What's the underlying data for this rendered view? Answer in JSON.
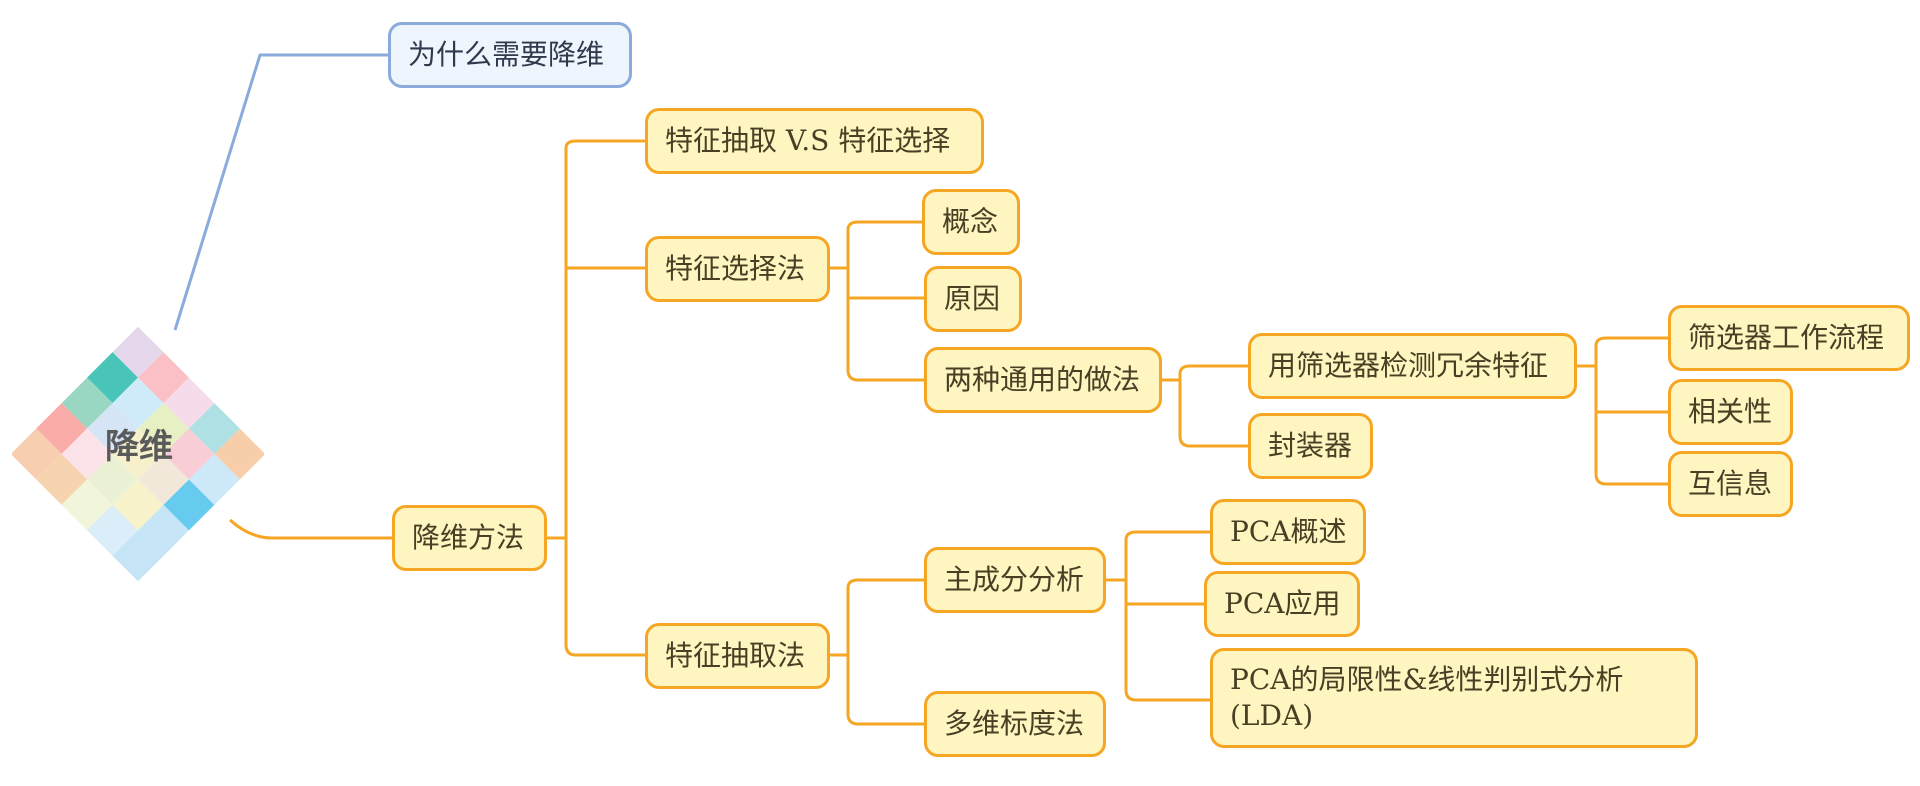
{
  "colors": {
    "node_fill": "#fef5c0",
    "node_border": "#f5a623",
    "branch_line": "#f5a623",
    "top_node_fill": "#eef5fd",
    "top_node_border": "#8aabdc",
    "top_branch_line": "#8aabdc"
  },
  "mindmap": {
    "root": {
      "label": "降维",
      "icon": "colorful-diamond-mosaic-icon"
    },
    "branches": [
      {
        "id": "why",
        "label": "为什么需要降维"
      },
      {
        "id": "methods",
        "label": "降维方法",
        "children": [
          {
            "id": "extract_vs_select",
            "label": "特征抽取 V.S 特征选择"
          },
          {
            "id": "selection",
            "label": "特征选择法",
            "children": [
              {
                "id": "concept",
                "label": "概念"
              },
              {
                "id": "reason",
                "label": "原因"
              },
              {
                "id": "two_methods",
                "label": "两种通用的做法",
                "children": [
                  {
                    "id": "filter",
                    "label": "用筛选器检测冗余特征",
                    "children": [
                      {
                        "id": "filter_flow",
                        "label": "筛选器工作流程"
                      },
                      {
                        "id": "correlation",
                        "label": "相关性"
                      },
                      {
                        "id": "mutual_info",
                        "label": "互信息"
                      }
                    ]
                  },
                  {
                    "id": "wrapper",
                    "label": "封装器"
                  }
                ]
              }
            ]
          },
          {
            "id": "extraction",
            "label": "特征抽取法",
            "children": [
              {
                "id": "pca",
                "label": "主成分分析",
                "children": [
                  {
                    "id": "pca_overview",
                    "label": "PCA概述"
                  },
                  {
                    "id": "pca_apply",
                    "label": "PCA应用"
                  },
                  {
                    "id": "pca_limits",
                    "label": "PCA的局限性&线性判别式分析(LDA)"
                  }
                ]
              },
              {
                "id": "mds",
                "label": "多维标度法"
              }
            ]
          }
        ]
      }
    ]
  }
}
